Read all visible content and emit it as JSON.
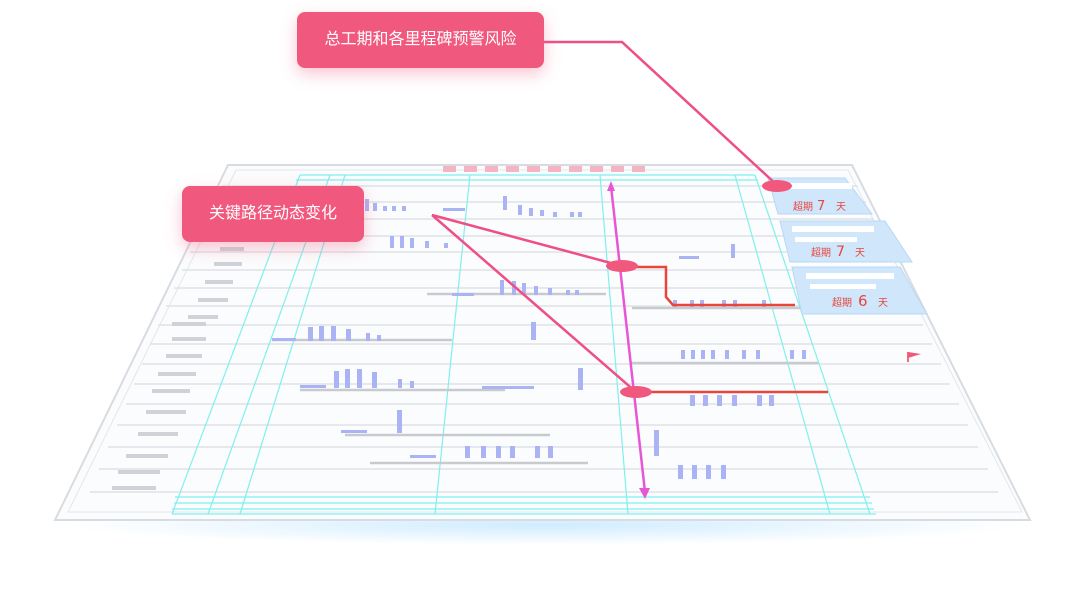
{
  "callouts": {
    "total_schedule_risk": "总工期和各里程碑预警风险",
    "critical_path": "关键路径动态变化"
  },
  "overdue_cards": [
    {
      "prefix": "超期",
      "days": "7",
      "unit": "天"
    },
    {
      "prefix": "超期",
      "days": "7",
      "unit": "天"
    },
    {
      "prefix": "超期",
      "days": "6",
      "unit": "天"
    }
  ],
  "colors": {
    "accent_pink": "#f0587e",
    "critical_red": "#e8453c",
    "grid_cyan": "#7ff0ee",
    "bar_lavender": "#aab4f5",
    "timeline_magenta": "#e856d6",
    "card_blue": "#cfe6fb"
  },
  "icons": {
    "milestone_flag": "flag-icon"
  }
}
